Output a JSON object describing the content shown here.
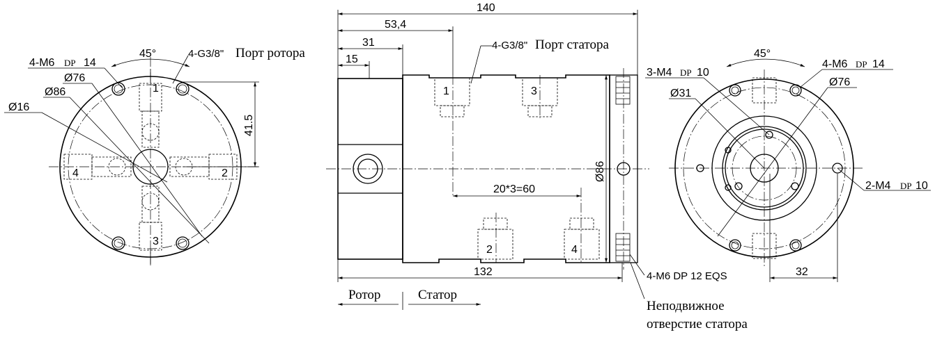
{
  "left_view": {
    "angle": "45°",
    "thread_label": "4-M6",
    "thread_dp": "DP",
    "thread_depth": "14",
    "port_label": "4-G3/8\"",
    "port_text": "Порт ротора",
    "dia_76": "Ø76",
    "dia_86": "Ø86",
    "dia_16": "Ø16",
    "dim_41_5": "41.5",
    "ports": [
      "1",
      "2",
      "3",
      "4"
    ]
  },
  "side_view": {
    "dim_140": "140",
    "dim_53_4": "53,4",
    "dim_31": "31",
    "dim_15": "15",
    "port_label": "4-G3/8\"",
    "port_text": "Порт статора",
    "dim_pitch": "20*3=60",
    "dia_86": "Ø86",
    "dim_132": "132",
    "screw_label": "4-M6 DP 12 EQS",
    "rotor": "Ротор",
    "stator": "Статор",
    "fixed_hole_1": "Неподвижное",
    "fixed_hole_2": "отверстие статора",
    "ports": [
      "1",
      "3",
      "2",
      "4"
    ]
  },
  "right_view": {
    "angle": "45°",
    "m4_label": "3-M4",
    "m4_dp": "DP",
    "m4_depth": "10",
    "m6_label": "4-M6",
    "m6_dp": "DP",
    "m6_depth": "14",
    "dia_31": "Ø31",
    "dia_76": "Ø76",
    "m4b_label": "2-M4",
    "m4b_dp": "DP",
    "m4b_depth": "10",
    "dim_32": "32"
  }
}
